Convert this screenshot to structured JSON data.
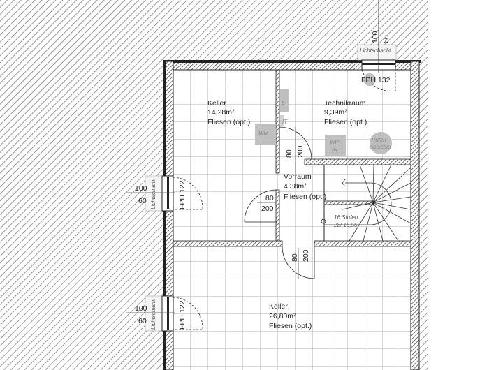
{
  "rooms": [
    {
      "name": "Keller",
      "area": "14,28m²",
      "floor": "Fliesen (opt.)"
    },
    {
      "name": "Technikraum",
      "area": "9,39m²",
      "floor": "Fliesen (opt.)"
    },
    {
      "name": "Vorraum",
      "area": "4,38m²",
      "floor": "Fliesen (opt.)"
    },
    {
      "name": "Keller",
      "area": "26,80m²",
      "floor": "Fliesen (opt.)"
    }
  ],
  "windows": [
    {
      "label": "FPH 132",
      "shaft": "Lichtschacht",
      "dim_a": "100",
      "dim_b": "60"
    },
    {
      "label": "FPH 122",
      "shaft": "Lichtschacht",
      "dim_a": "100",
      "dim_b": "60"
    },
    {
      "label": "FPH 122",
      "shaft": "Lichtschacht",
      "dim_a": "100",
      "dim_b": "60"
    }
  ],
  "doors": [
    {
      "width": "80",
      "height": "200"
    },
    {
      "width": "80",
      "height": "200"
    },
    {
      "width": "80",
      "height": "200"
    }
  ],
  "appliances": {
    "e": "E",
    "it": "IT",
    "wm": "WM",
    "wp": [
      "WP",
      "IN"
    ],
    "buffer": [
      "Puffer-",
      "speicher"
    ]
  },
  "stairs": {
    "steps": "16 Stufen",
    "ratio": "28/ 18,56"
  },
  "colors": {
    "wall": "#222222",
    "hatch": "#9a9a9a",
    "grid": "#bdbdbd",
    "appliance": "#bfbfbf"
  }
}
